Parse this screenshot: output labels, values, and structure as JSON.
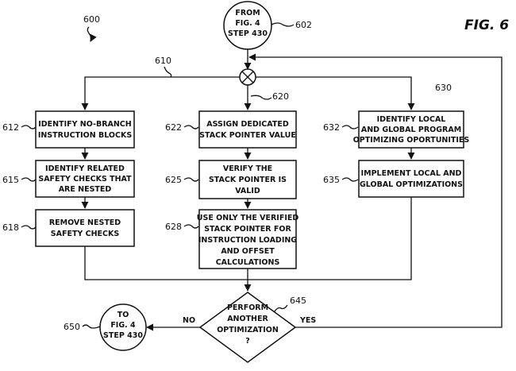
{
  "figure_label": "FIG. 6",
  "refs": {
    "r600": "600",
    "r602": "602",
    "r610": "610",
    "r620": "620",
    "r630": "630",
    "r612": "612",
    "r615": "615",
    "r618": "618",
    "r622": "622",
    "r625": "625",
    "r628": "628",
    "r632": "632",
    "r635": "635",
    "r645": "645",
    "r650": "650"
  },
  "start": [
    "FROM",
    "FIG. 4",
    "STEP 430"
  ],
  "end": [
    "TO",
    "FIG. 4",
    "STEP 430"
  ],
  "boxes": {
    "b612": [
      "IDENTIFY NO-BRANCH",
      "INSTRUCTION BLOCKS"
    ],
    "b615": [
      "IDENTIFY RELATED",
      "SAFETY CHECKS THAT",
      "ARE NESTED"
    ],
    "b618": [
      "REMOVE NESTED",
      "SAFETY CHECKS"
    ],
    "b622": [
      "ASSIGN DEDICATED",
      "STACK POINTER VALUE"
    ],
    "b625": [
      "VERIFY THE",
      "STACK POINTER IS",
      "VALID"
    ],
    "b628": [
      "USE ONLY THE VERIFIED",
      "STACK POINTER FOR",
      "INSTRUCTION LOADING",
      "AND OFFSET",
      "CALCULATIONS"
    ],
    "b632": [
      "IDENTIFY LOCAL",
      "AND GLOBAL PROGRAM",
      "OPTIMIZING OPORTUNITIES"
    ],
    "b635": [
      "IMPLEMENT LOCAL AND",
      "GLOBAL OPTIMIZATIONS"
    ]
  },
  "decision": [
    "PERFORM",
    "ANOTHER",
    "OPTIMIZATION",
    "?"
  ],
  "branch_no": "NO",
  "branch_yes": "YES"
}
